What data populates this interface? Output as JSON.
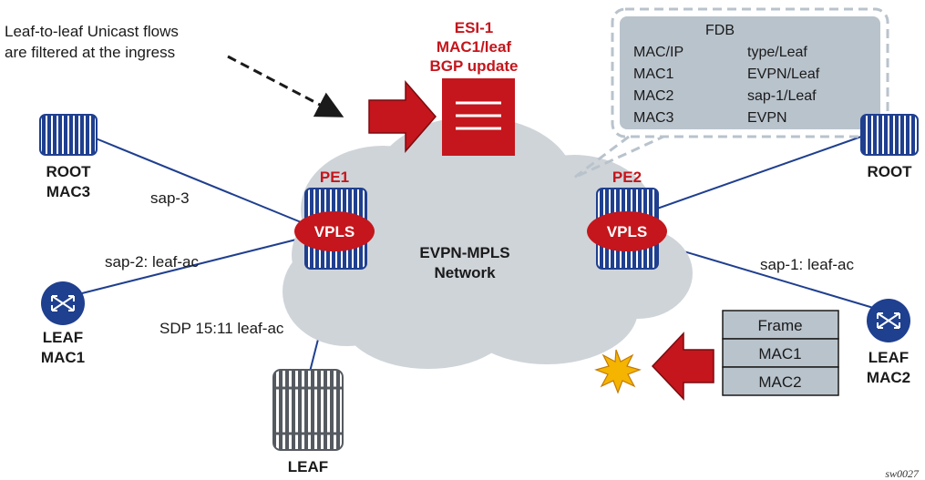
{
  "annotation": {
    "line1": "Leaf-to-leaf Unicast flows",
    "line2": "are filtered at the ingress"
  },
  "bgp_update": {
    "line1": "ESI-1",
    "line2": "MAC1/leaf",
    "line3": "BGP update"
  },
  "fdb": {
    "title": "FDB",
    "rows": [
      {
        "mac": "MAC/IP",
        "type": "type/Leaf"
      },
      {
        "mac": "MAC1",
        "type": "EVPN/Leaf"
      },
      {
        "mac": "MAC2",
        "type": "sap-1/Leaf"
      },
      {
        "mac": "MAC3",
        "type": "EVPN"
      }
    ]
  },
  "network": {
    "line1": "EVPN-MPLS",
    "line2": "Network"
  },
  "pe1": {
    "label": "PE1",
    "service": "VPLS"
  },
  "pe2": {
    "label": "PE2",
    "service": "VPLS"
  },
  "root_left": {
    "line1": "ROOT",
    "line2": "MAC3"
  },
  "root_right": {
    "line1": "ROOT"
  },
  "leaf_mac1": {
    "line1": "LEAF",
    "line2": "MAC1"
  },
  "leaf_mac2": {
    "line1": "LEAF",
    "line2": "MAC2"
  },
  "leaf_bottom": {
    "line1": "LEAF"
  },
  "links": {
    "sap3": "sap-3",
    "sap2": "sap-2: leaf-ac",
    "sdp": "SDP 15:11 leaf-ac",
    "sap1": "sap-1: leaf-ac"
  },
  "frame": {
    "rows": [
      "Frame",
      "MAC1",
      "MAC2"
    ]
  },
  "figure_id": "sw0027",
  "colors": {
    "device_blue": "#1f3f8f",
    "accent_red": "#c4161c",
    "cloud_gray": "#cfd4d9",
    "fdb_fill": "#b9c3cc"
  }
}
